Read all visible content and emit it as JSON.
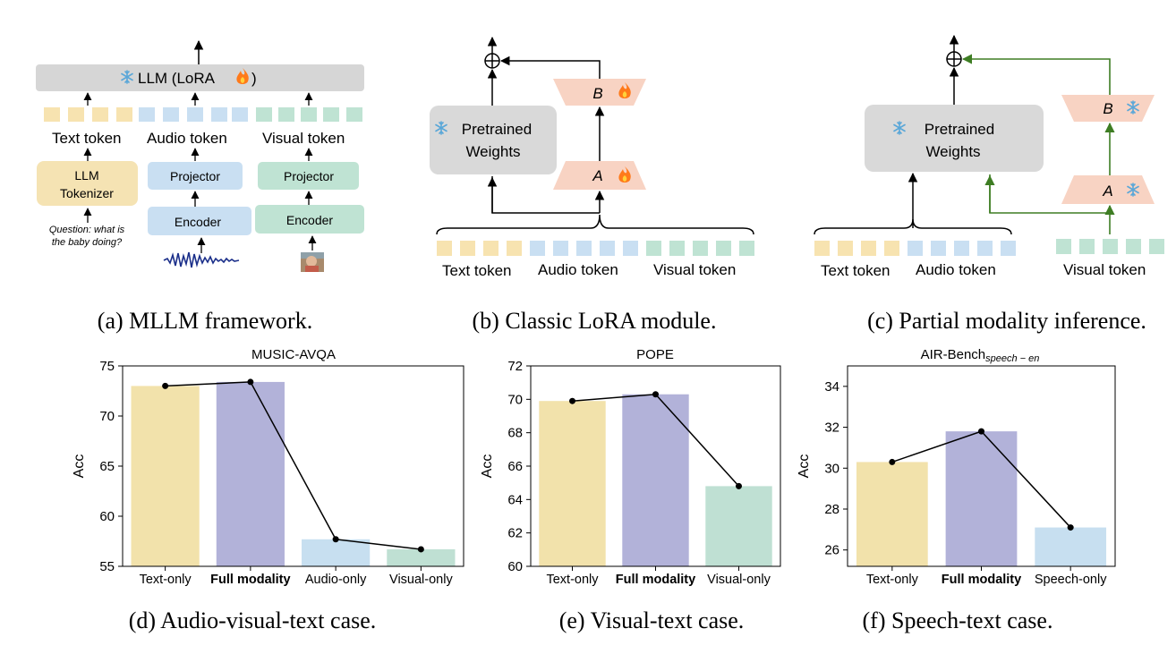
{
  "colors": {
    "text_token": "#f7e3b0",
    "audio_token": "#c9dff2",
    "visual_token": "#bfe3d3",
    "gray_box": "#d9d9d9",
    "llm_bar": "#d6d6d6",
    "lora_box": "#f8d3c3",
    "text_bar": "#f2e2ab",
    "full_bar": "#b2b2d9",
    "audio_bar": "#c7dff0",
    "visual_bar": "#bfe0d3",
    "arrow_green": "#3e7d23",
    "snowflake": "#5aa7d8",
    "fire": "#ff7a1a"
  },
  "panel_a": {
    "llm_label": "LLM (LoRA",
    "text_token": "Text token",
    "audio_token": "Audio token",
    "visual_token": "Visual token",
    "tokenizer_line1": "LLM",
    "tokenizer_line2": "Tokenizer",
    "projector_audio": "Projector",
    "projector_visual": "Projector",
    "encoder_audio": "Encoder",
    "encoder_visual": "Encoder",
    "question_line1": "Question: what is",
    "question_line2": "the baby doing?",
    "caption": "(a) MLLM framework."
  },
  "panel_b": {
    "weights_line1": "Pretrained",
    "weights_line2": "Weights",
    "b_label": "B",
    "a_label": "A",
    "text_token": "Text token",
    "audio_token": "Audio token",
    "visual_token": "Visual token",
    "caption": "(b) Classic LoRA module."
  },
  "panel_c": {
    "weights_line1": "Pretrained",
    "weights_line2": "Weights",
    "b_label": "B",
    "a_label": "A",
    "text_token": "Text token",
    "audio_token": "Audio token",
    "visual_token": "Visual token",
    "caption": "(c) Partial modality inference."
  },
  "chart_data": [
    {
      "type": "bar",
      "title": "MUSIC-AVQA",
      "ylabel": "Acc",
      "categories": [
        "Text-only",
        "Full modality",
        "Audio-only",
        "Visual-only"
      ],
      "values": [
        73.0,
        73.4,
        57.7,
        56.7
      ],
      "ylim": [
        55,
        75
      ],
      "yticks": [
        "55",
        "60",
        "65",
        "70",
        "75"
      ],
      "caption": "(d) Audio-visual-text case."
    },
    {
      "type": "bar",
      "title": "POPE",
      "ylabel": "Acc",
      "categories": [
        "Text-only",
        "Full modality",
        "Visual-only"
      ],
      "values": [
        69.9,
        70.3,
        64.8
      ],
      "ylim": [
        60,
        72
      ],
      "yticks": [
        "60",
        "62",
        "64",
        "66",
        "68",
        "70",
        "72"
      ],
      "caption": "(e) Visual-text case."
    },
    {
      "type": "bar",
      "title": "AIR-Bench",
      "title_sub": "speech − en",
      "ylabel": "Acc",
      "categories": [
        "Text-only",
        "Full modality",
        "Speech-only"
      ],
      "values": [
        30.3,
        31.8,
        27.1
      ],
      "ylim": [
        25.2,
        35
      ],
      "yticks": [
        "26",
        "28",
        "30",
        "32",
        "34"
      ],
      "caption": "(f) Speech-text case."
    }
  ]
}
